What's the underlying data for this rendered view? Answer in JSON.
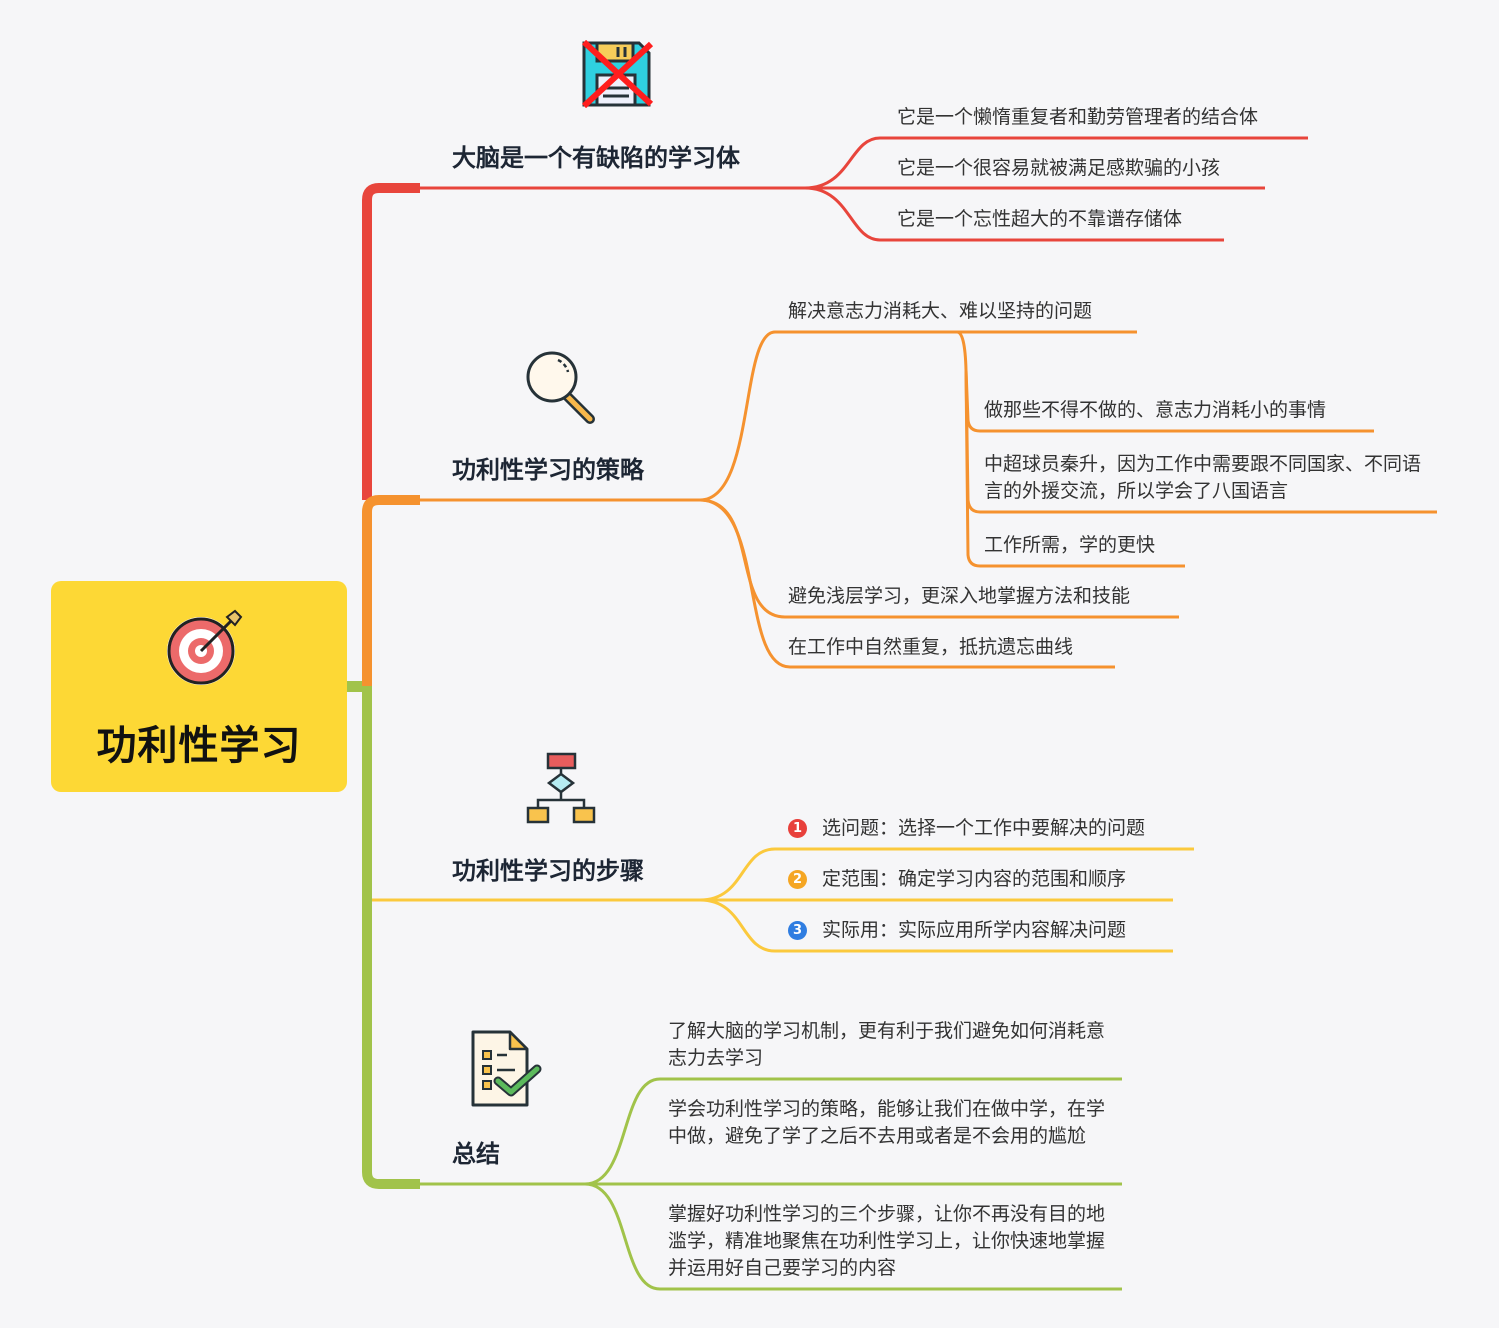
{
  "root": {
    "title": "功利性学习",
    "icon": "target-arrow-icon",
    "color": "#fdd835"
  },
  "branches": [
    {
      "title": "大脑是一个有缺陷的学习体",
      "icon": "floppy-disk-crossed-icon",
      "color": "#e8453c",
      "children": [
        {
          "label": "它是一个懒惰重复者和勤劳管理者的结合体"
        },
        {
          "label": "它是一个很容易就被满足感欺骗的小孩"
        },
        {
          "label": "它是一个忘性超大的不靠谱存储体"
        }
      ]
    },
    {
      "title": "功利性学习的策略",
      "icon": "magnifier-icon",
      "color": "#f5922f",
      "children": [
        {
          "label": "解决意志力消耗大、难以坚持的问题",
          "children": [
            {
              "label": "做那些不得不做的、意志力消耗小的事情"
            },
            {
              "label": "中超球员秦升，因为工作中需要跟不同国家、不同语言的外援交流，所以学会了八国语言"
            },
            {
              "label": "工作所需，学的更快"
            }
          ]
        },
        {
          "label": "避免浅层学习，更深入地掌握方法和技能"
        },
        {
          "label": "在工作中自然重复，抵抗遗忘曲线"
        }
      ]
    },
    {
      "title": "功利性学习的步骤",
      "icon": "flowchart-icon",
      "color": "#fbc93d",
      "children": [
        {
          "marker": "1",
          "marker_color": "#e8403b",
          "label": "选问题：选择一个工作中要解决的问题"
        },
        {
          "marker": "2",
          "marker_color": "#f5a623",
          "label": "定范围：确定学习内容的范围和顺序"
        },
        {
          "marker": "3",
          "marker_color": "#2f7de1",
          "label": "实际用：实际应用所学内容解决问题"
        }
      ]
    },
    {
      "title": "总结",
      "icon": "checklist-icon",
      "color": "#a1c34a",
      "children": [
        {
          "label": "了解大脑的学习机制，更有利于我们避免如何消耗意志力去学习"
        },
        {
          "label": "学会功利性学习的策略，能够让我们在做中学，在学中做，避免了学了之后不去用或者是不会用的尴尬"
        },
        {
          "label": "掌握好功利性学习的三个步骤，让你不再没有目的地滥学，精准地聚焦在功利性学习上，让你快速地掌握并运用好自己要学习的内容"
        }
      ]
    }
  ]
}
